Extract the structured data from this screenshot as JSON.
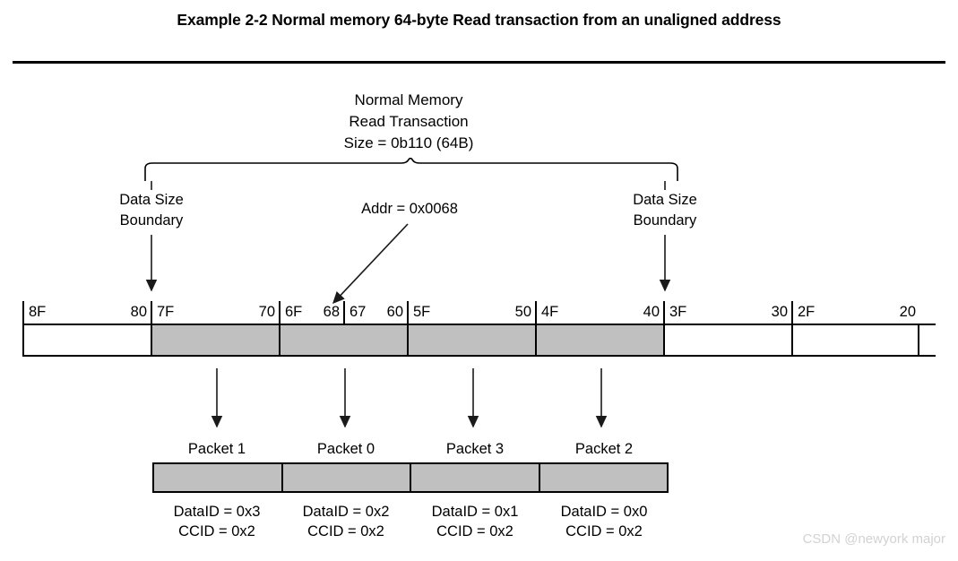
{
  "page": {
    "title": "Example 2-2 Normal memory 64-byte Read transaction from an unaligned address",
    "watermark": "CSDN @newyork major"
  },
  "annotations": {
    "transaction_line1": "Normal Memory",
    "transaction_line2": "Read Transaction",
    "transaction_line3": "Size = 0b110 (64B)",
    "boundary_left_line1": "Data Size",
    "boundary_left_line2": "Boundary",
    "boundary_right_line1": "Data Size",
    "boundary_right_line2": "Boundary",
    "address": "Addr = 0x0068"
  },
  "memory_map": {
    "cells": [
      {
        "high": "8F",
        "low": "80",
        "shaded": false
      },
      {
        "high": "7F",
        "low": "70",
        "shaded": true
      },
      {
        "high": "6F",
        "low": "68",
        "shaded": true
      },
      {
        "high": "67",
        "low": "60",
        "shaded": true
      },
      {
        "high": "5F",
        "low": "50",
        "shaded": true
      },
      {
        "high": "4F",
        "low": "40",
        "shaded": true
      },
      {
        "high": "3F",
        "low": "30",
        "shaded": false
      },
      {
        "high": "2F",
        "low": "20",
        "shaded": false
      }
    ]
  },
  "packets": [
    {
      "name": "Packet 1",
      "data_id": "DataID = 0x3",
      "ccid": "CCID = 0x2"
    },
    {
      "name": "Packet 0",
      "data_id": "DataID = 0x2",
      "ccid": "CCID = 0x2"
    },
    {
      "name": "Packet 3",
      "data_id": "DataID = 0x1",
      "ccid": "CCID = 0x2"
    },
    {
      "name": "Packet 2",
      "data_id": "DataID = 0x0",
      "ccid": "CCID = 0x2"
    }
  ],
  "colors": {
    "shade": "#c0c0c0",
    "line": "#000000",
    "watermark": "#d2d2d2"
  }
}
